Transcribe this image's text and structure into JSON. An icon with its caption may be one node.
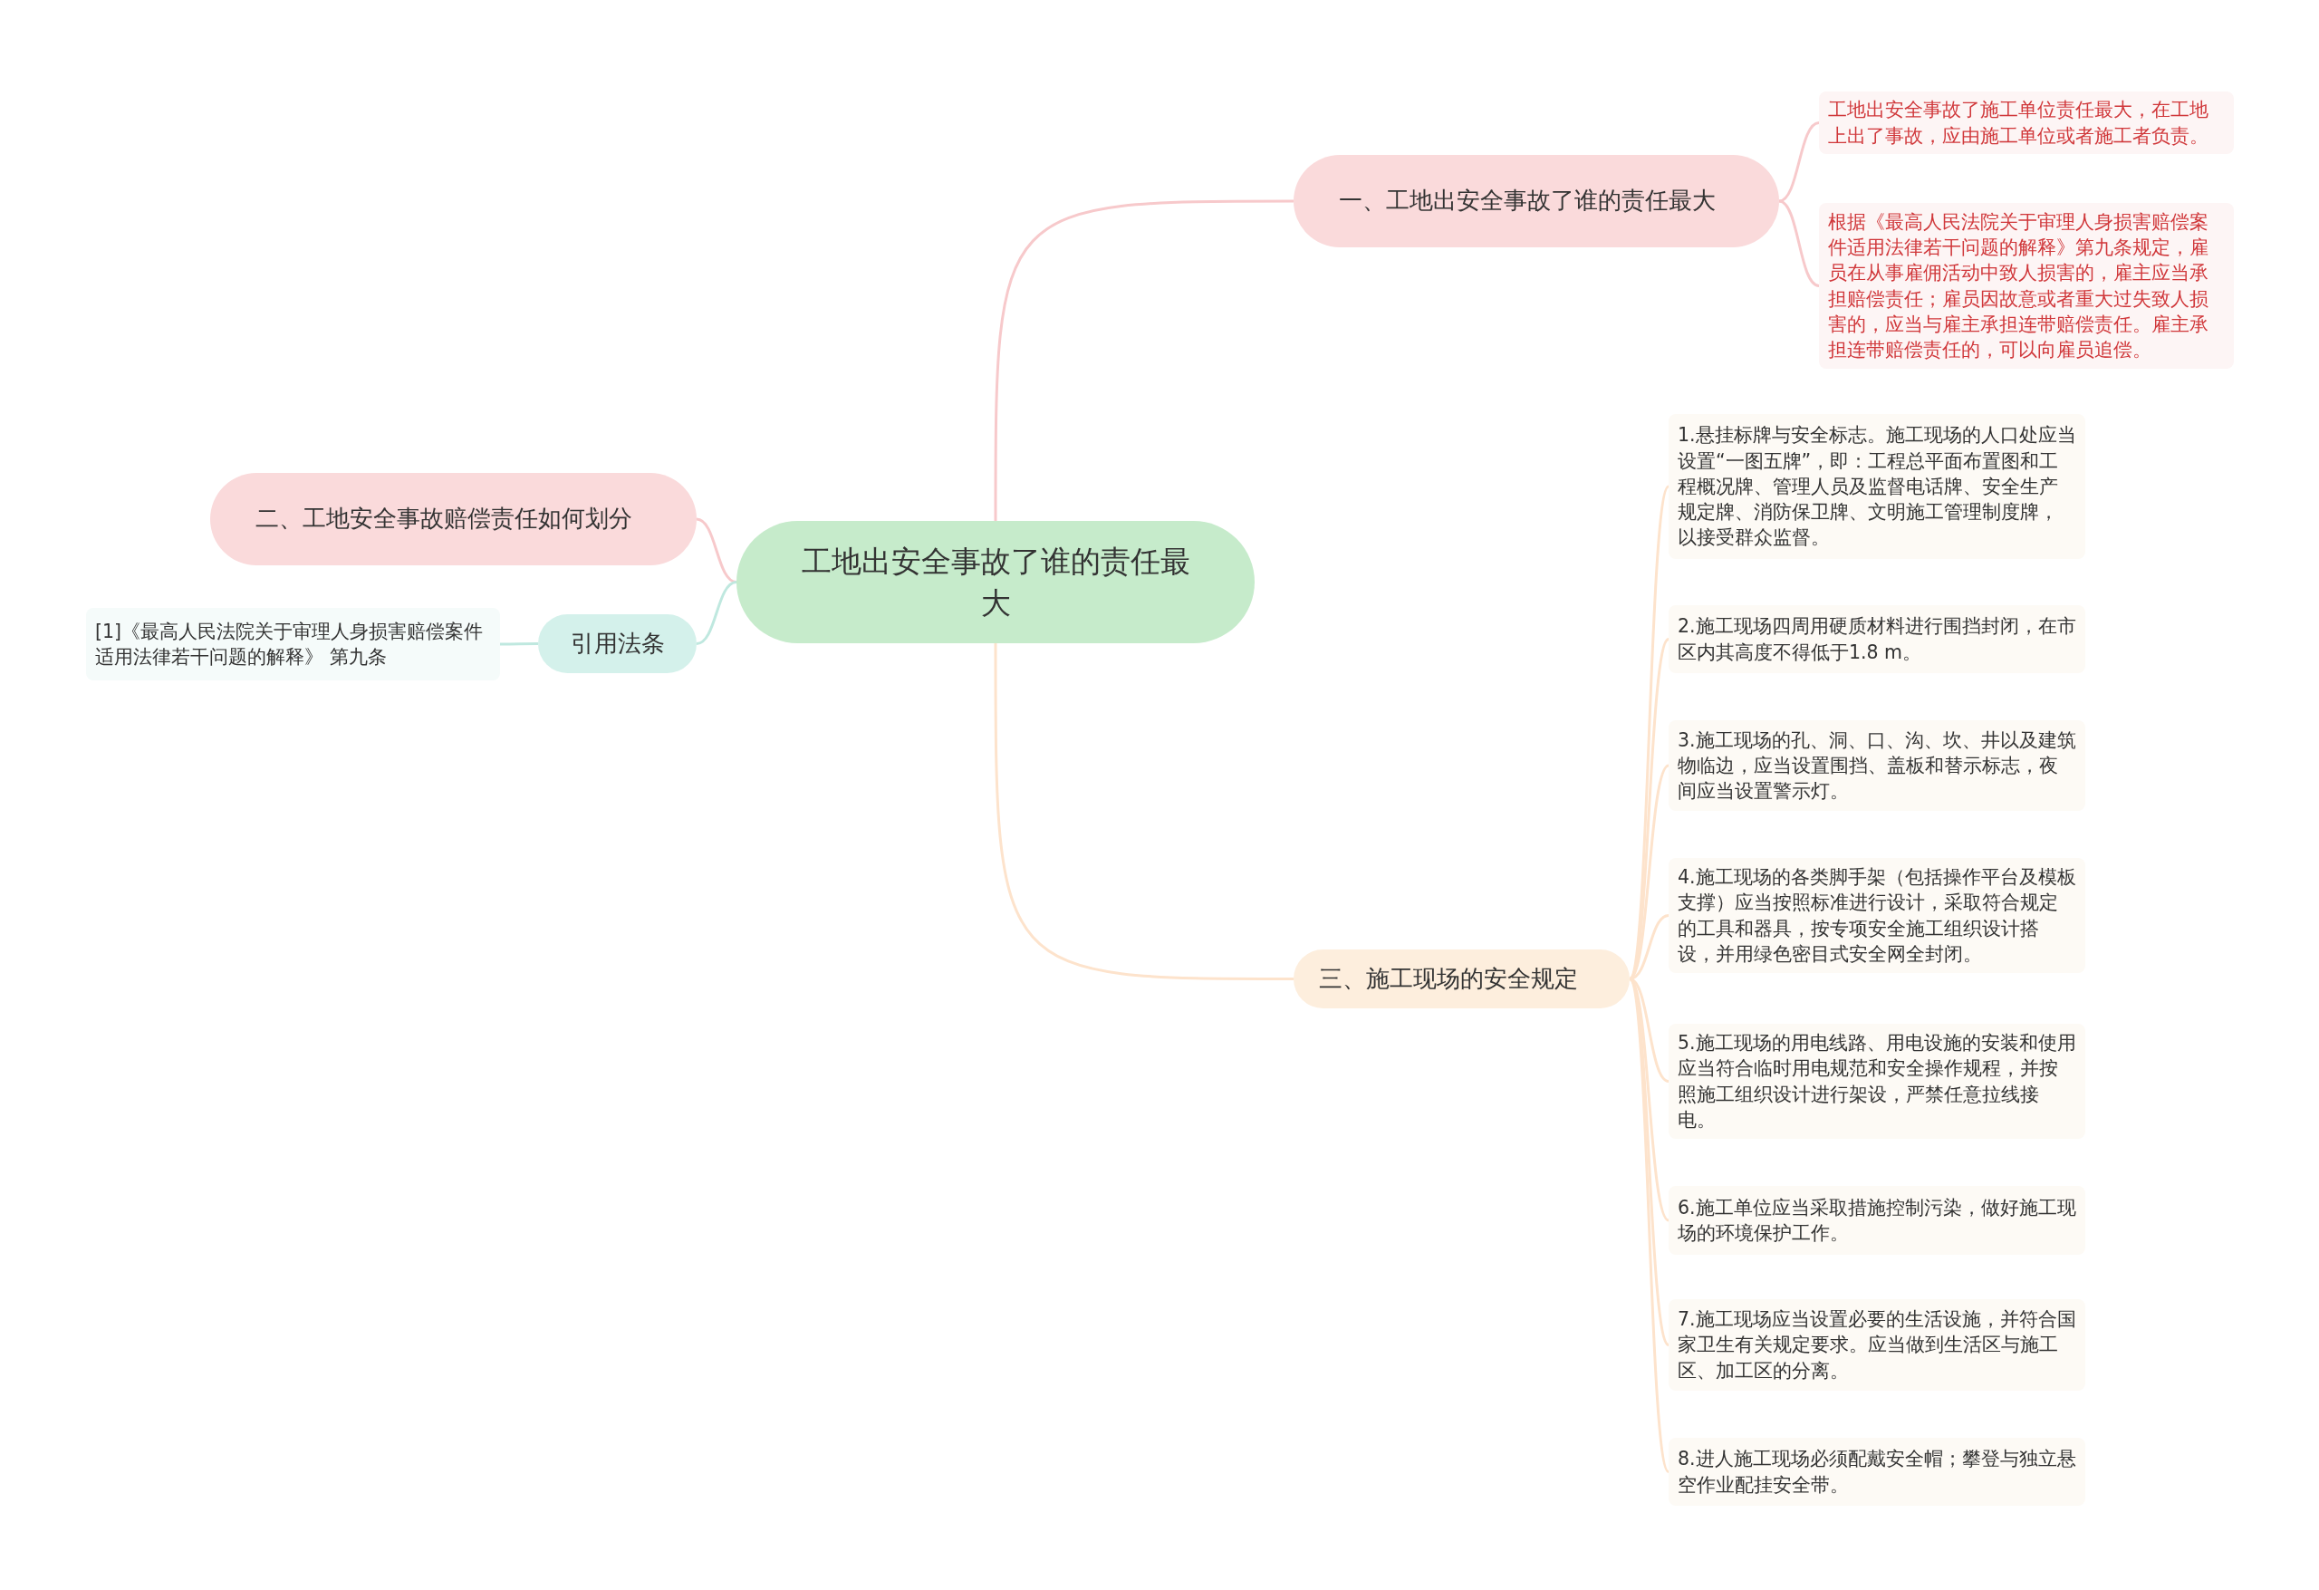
{
  "diagram": {
    "nodes": [
      {
        "text": [
          "工地出安全事故了谁的责任最大"
        ]
      },
      {
        "text": [
          "一、工地出安全事故了谁的责任最大"
        ]
      },
      {
        "text": [
          "工地出安全事故了施工单位责任最大，在工地上出了事故，应由施工单位或者施工者负责。"
        ]
      },
      {
        "text": [
          "根据《最高人民法院关于审理人身损害赔偿案件适用法律若干问题的解释》第九条规定，雇员在从事雇佣活动中致人损害的，雇主应当承担赔偿责任；雇员因故意或者重大过失致人损害的，应当与雇主承担连带赔偿责任。雇主承担连带赔偿责任的，可以向雇员追偿。"
        ]
      },
      {
        "text": [
          "二、工地安全事故赔偿责任如何划分"
        ]
      },
      {
        "text": [
          "引用法条"
        ]
      },
      {
        "text": [
          "[1]《最高人民法院关于审理人身损害赔偿案件适用法律若干问题的解释》 第九条"
        ]
      },
      {
        "text": [
          "三、施工现场的安全规定"
        ]
      },
      {
        "text": [
          "1.悬挂标牌与安全标志。施工现场的人口处应当设置“一图五牌”，即：工程总平面布置图和工程概况牌、管理人员及监督电话牌、安全生产规定牌、消防保卫牌、文明施工管理制度牌，以接受群众监督。"
        ]
      },
      {
        "text": [
          "2.施工现场四周用硬质材料进行围挡封闭，在市区内其高度不得低于1.8 m。"
        ]
      },
      {
        "text": [
          "3.施工现场的孔、洞、口、沟、坎、井以及建筑物临边，应当设置围挡、盖板和替示标志，夜间应当设置警示灯。"
        ]
      },
      {
        "text": [
          "4.施工现场的各类脚手架（包括操作平台及模板支撑）应当按照标准进行设计，采取符合规定的工具和器具，按专项安全施工组织设计搭设，并用绿色密目式安全网全封闭。"
        ]
      },
      {
        "text": [
          "5.施工现场的用电线路、用电设施的安装和使用应当符合临时用电规范和安全操作规程，并按照施工组织设计进行架设，严禁任意拉线接电。"
        ]
      },
      {
        "text": [
          "6.施工单位应当采取措施控制污染，做好施工现场的环境保护工作。"
        ]
      },
      {
        "text": [
          "7.施工现场应当设置必要的生活设施，并符合国家卫生有关规定要求。应当做到生活区与施工区、加工区的分离。"
        ]
      },
      {
        "text": [
          "8.进人施工现场必须配戴安全帽；攀登与独立悬空作业配挂安全带。"
        ]
      }
    ],
    "edges": [
      {
        "from": 0,
        "to": 1,
        "arrow": "none",
        "color": "#f7c9cb"
      },
      {
        "from": 1,
        "to": 2,
        "arrow": "none",
        "color": "#f7c9cb"
      },
      {
        "from": 1,
        "to": 3,
        "arrow": "none",
        "color": "#f7c9cb"
      },
      {
        "from": 0,
        "to": 4,
        "arrow": "none",
        "color": "#f7c9cb"
      },
      {
        "from": 0,
        "to": 5,
        "arrow": "none",
        "color": "#bfe8df"
      },
      {
        "from": 5,
        "to": 6,
        "arrow": "none",
        "color": "#bfe8df"
      },
      {
        "from": 0,
        "to": 7,
        "arrow": "none"
      },
      {
        "from": 7,
        "to": 8,
        "arrow": "none"
      },
      {
        "from": 7,
        "to": 9,
        "arrow": "none"
      },
      {
        "from": 7,
        "to": 10,
        "arrow": "none"
      },
      {
        "from": 7,
        "to": 11,
        "arrow": "none"
      },
      {
        "from": 7,
        "to": 12,
        "arrow": "none"
      },
      {
        "from": 7,
        "to": 13,
        "arrow": "none"
      },
      {
        "from": 7,
        "to": 14,
        "arrow": "none"
      },
      {
        "from": 7,
        "to": 15,
        "arrow": "none"
      }
    ]
  }
}
